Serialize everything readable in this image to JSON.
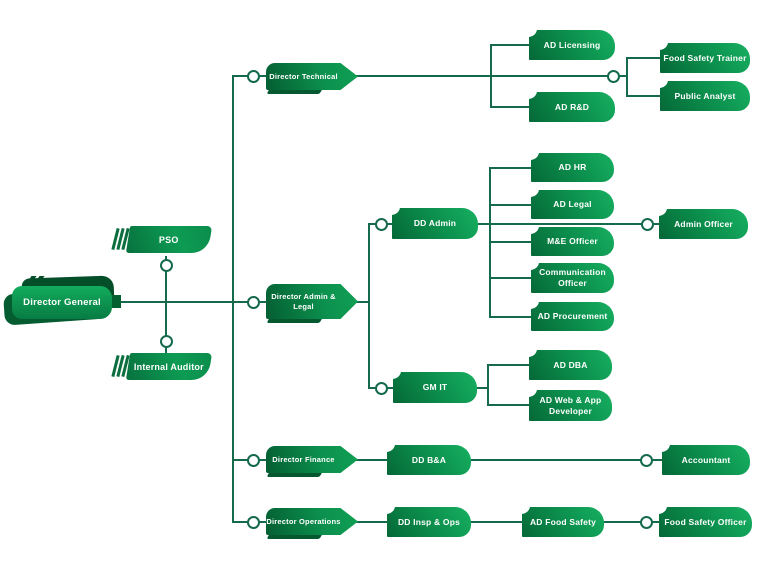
{
  "colors": {
    "node_green_dark": "#056837",
    "node_green": "#0c914e",
    "node_green_bright": "#17b061",
    "shadow_green": "#044f2a",
    "line": "#166a4c",
    "background": "#ffffff",
    "text": "#ffffff"
  },
  "nodes": {
    "director_general": "Director General",
    "pso": "PSO",
    "internal_auditor": "Internal Auditor",
    "director_technical": "Director Technical",
    "director_admin_legal": "Director Admin & Legal",
    "director_finance": "Director Finance",
    "director_operations": "Director Operations",
    "dd_admin": "DD Admin",
    "gm_it": "GM IT",
    "dd_ba": "DD B&A",
    "dd_insp_ops": "DD Insp & Ops",
    "ad_licensing": "AD Licensing",
    "ad_rd": "AD R&D",
    "ad_hr": "AD HR",
    "ad_legal": "AD Legal",
    "me_officer": "M&E Officer",
    "communication_officer": "Communication Officer",
    "ad_procurement": "AD Procurement",
    "ad_dba": "AD DBA",
    "ad_web_app_developer": "AD Web & App Developer",
    "ad_food_safety": "AD Food Safety",
    "food_safety_trainer": "Food Safety Trainer",
    "public_analyst": "Public Analyst",
    "admin_officer": "Admin Officer",
    "accountant": "Accountant",
    "food_safety_officer": "Food Safety Officer"
  },
  "hierarchy": {
    "director_general": {
      "staff": [
        "pso",
        "internal_auditor"
      ],
      "director_technical": {
        "ad_licensing": {},
        "ad_rd": {},
        "reports": [
          "food_safety_trainer",
          "public_analyst"
        ]
      },
      "director_admin_legal": {
        "dd_admin": {
          "children": [
            "ad_hr",
            "ad_legal",
            "me_officer",
            "communication_officer",
            "ad_procurement"
          ],
          "admin_officer": {}
        },
        "gm_it": {
          "children": [
            "ad_dba",
            "ad_web_app_developer"
          ]
        }
      },
      "director_finance": {
        "dd_ba": {
          "accountant": {}
        }
      },
      "director_operations": {
        "dd_insp_ops": {
          "ad_food_safety": {
            "food_safety_officer": {}
          }
        }
      }
    }
  }
}
